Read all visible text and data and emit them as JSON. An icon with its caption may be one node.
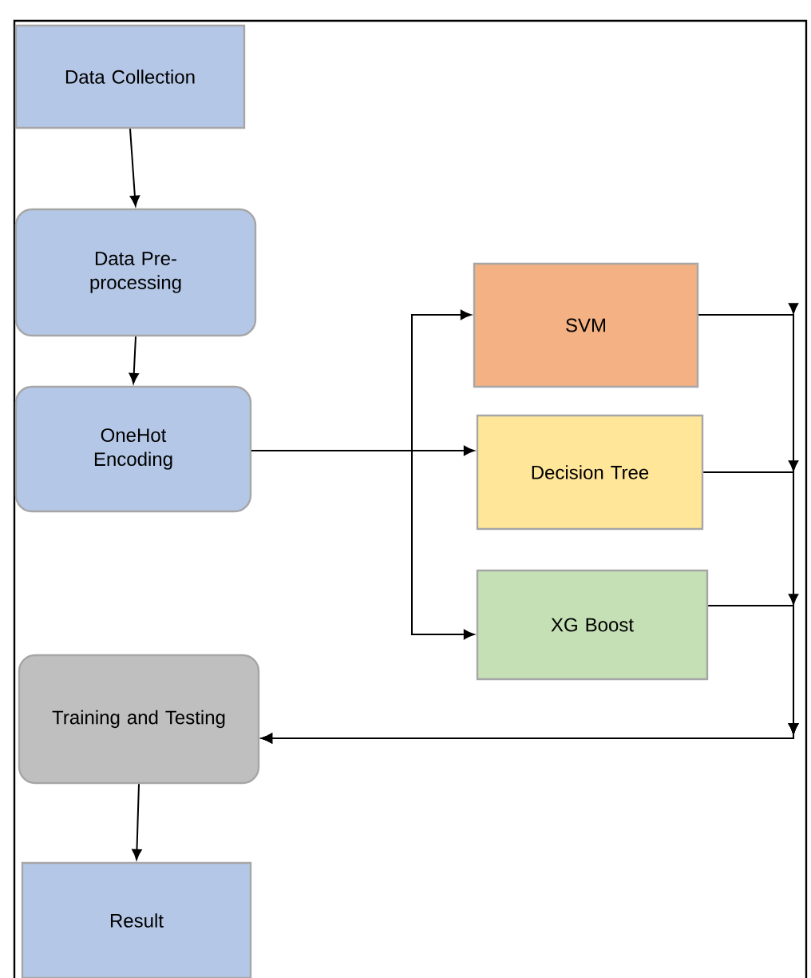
{
  "diagram": {
    "nodes": [
      {
        "text": [
          "Data Collection"
        ]
      },
      {
        "text": [
          "Data Pre-processing"
        ]
      },
      {
        "text": [
          "OneHot Encoding"
        ]
      },
      {
        "text": [
          "SVM"
        ]
      },
      {
        "text": [
          "Decision Tree"
        ]
      },
      {
        "text": [
          "XG Boost"
        ]
      },
      {
        "text": [
          "Training and Testing"
        ]
      },
      {
        "text": [
          "Result"
        ]
      }
    ],
    "edges": [
      {
        "from": 0,
        "to": 1,
        "arrow": "to"
      },
      {
        "from": 1,
        "to": 2,
        "arrow": "to"
      },
      {
        "from": 2,
        "to": 3,
        "arrow": "to"
      },
      {
        "from": 2,
        "to": 4,
        "arrow": "to"
      },
      {
        "from": 2,
        "to": 5,
        "arrow": "to"
      },
      {
        "from": 3,
        "to": 6,
        "arrow": "to"
      },
      {
        "from": 4,
        "to": 6,
        "arrow": "to"
      },
      {
        "from": 5,
        "to": 6,
        "arrow": "to"
      },
      {
        "from": 6,
        "to": 7,
        "arrow": "to"
      }
    ]
  }
}
